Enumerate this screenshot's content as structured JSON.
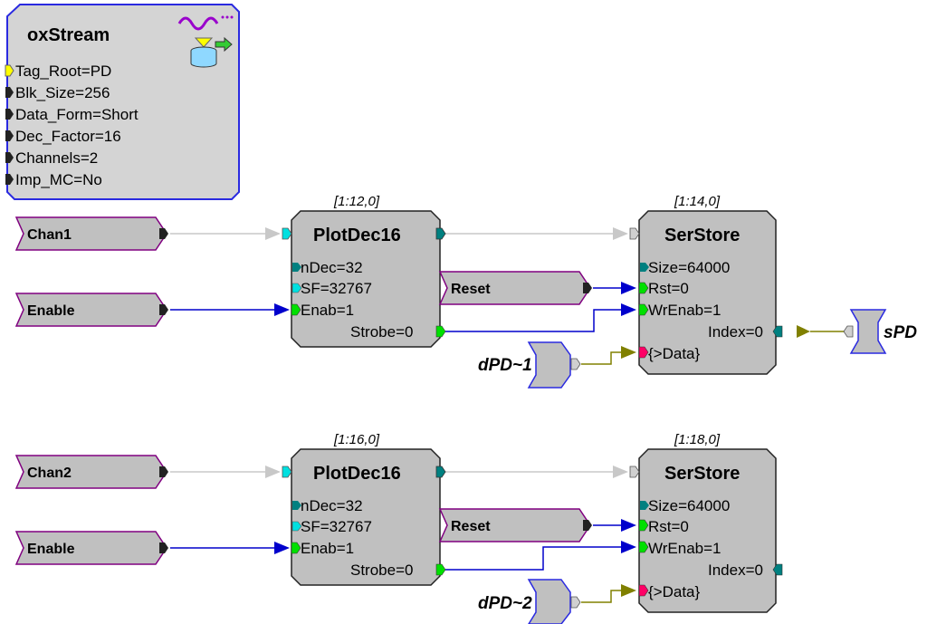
{
  "oxstream": {
    "title": "oxStream",
    "params": [
      "Tag_Root=PD",
      "Blk_Size=256",
      "Data_Form=Short",
      "Dec_Factor=16",
      "Channels=2",
      "Imp_MC=No"
    ]
  },
  "row1": {
    "chan": "Chan1",
    "enable": "Enable",
    "plot": {
      "addr": "[1:12,0]",
      "title": "PlotDec16",
      "ndec": "nDec=32",
      "sf": "SF=32767",
      "enab": "Enab=1",
      "strobe": "Strobe=0"
    },
    "reset": "Reset",
    "store": {
      "addr": "[1:14,0]",
      "title": "SerStore",
      "size": "Size=64000",
      "rst": "Rst=0",
      "wrenab": "WrEnab=1",
      "index": "Index=0",
      "data": "{>Data}"
    },
    "dpd": "dPD~1",
    "spd": "sPD"
  },
  "row2": {
    "chan": "Chan2",
    "enable": "Enable",
    "plot": {
      "addr": "[1:16,0]",
      "title": "PlotDec16",
      "ndec": "nDec=32",
      "sf": "SF=32767",
      "enab": "Enab=1",
      "strobe": "Strobe=0"
    },
    "reset": "Reset",
    "store": {
      "addr": "[1:18,0]",
      "title": "SerStore",
      "size": "Size=64000",
      "rst": "Rst=0",
      "wrenab": "WrEnab=1",
      "index": "Index=0",
      "data": "{>Data}"
    },
    "dpd": "dPD~2"
  },
  "colors": {
    "block_fill": "#c0c0c0",
    "oxstream_fill": "#d4d4d4",
    "oxstream_border": "#2a2ae0",
    "tag_border": "#800080",
    "wire_blue": "#0000cc",
    "wire_gray": "#c8c8c8",
    "wire_olive": "#808000",
    "port_cyan": "#00e0e0",
    "port_teal": "#008080",
    "port_green": "#00e000",
    "port_magenta": "#ff0066",
    "port_yellow": "#ffff00"
  }
}
